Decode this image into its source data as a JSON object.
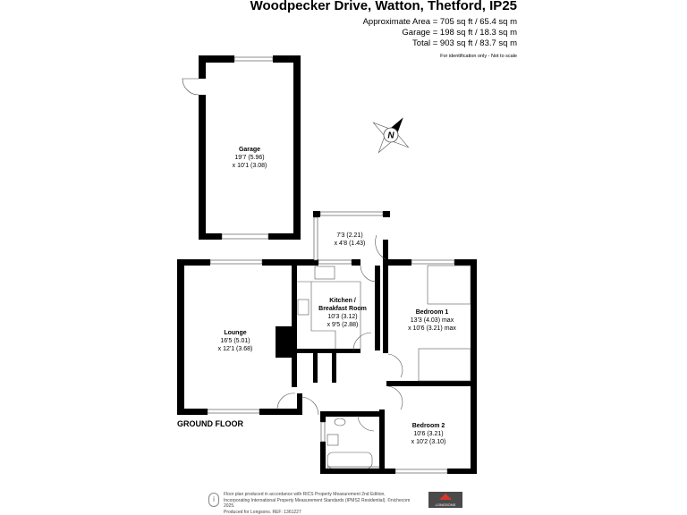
{
  "header": {
    "title": "Woodpecker Drive, Watton, Thetford, IP25",
    "area": "Approximate Area = 705 sq ft / 65.4 sq m",
    "garage": "Garage = 198 sq ft / 18.3 sq m",
    "total": "Total = 903 sq ft / 83.7 sq m",
    "note": "For identification only - Not to scale"
  },
  "rooms": {
    "garage": {
      "name": "Garage",
      "dim1": "19'7 (5.96)",
      "dim2": "x 10'1 (3.08)"
    },
    "porch": {
      "dim1": "7'3 (2.21)",
      "dim2": "x 4'8 (1.43)"
    },
    "kitchen": {
      "name1": "Kitchen /",
      "name2": "Breakfast Room",
      "dim1": "10'3 (3.12)",
      "dim2": "x 9'5 (2.88)"
    },
    "lounge": {
      "name": "Lounge",
      "dim1": "16'5 (5.01)",
      "dim2": "x 12'1 (3.68)"
    },
    "bedroom1": {
      "name": "Bedroom 1",
      "dim1": "13'3 (4.03) max",
      "dim2": "x 10'6 (3.21) max"
    },
    "bedroom2": {
      "name": "Bedroom 2",
      "dim1": "10'6 (3.21)",
      "dim2": "x 10'2 (3.10)"
    }
  },
  "floor_label": "GROUND FLOOR",
  "compass": {
    "label": "N",
    "icon": "compass-icon"
  },
  "footer": {
    "line1": "Floor plan produced in accordance with RICS Property Measurement 2nd Edition,",
    "line2": "Incorporating International Property Measurement Standards (IPMS2 Residential).  ©nichecom 2025.",
    "line3": "Produced for Longsons.   REF:   1361227"
  },
  "logo": {
    "text": "LONGSONS",
    "color": "#4a4a4a",
    "accent": "#d9362b"
  }
}
